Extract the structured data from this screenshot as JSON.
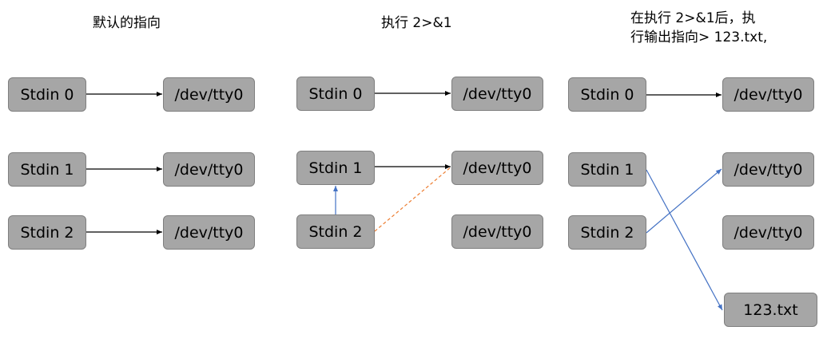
{
  "panels": [
    {
      "title": "默认的指向",
      "boxes": {
        "stdin0": "Stdin 0",
        "stdin1": "Stdin 1",
        "stdin2": "Stdin 2",
        "dev0": "/dev/tty0",
        "dev1": "/dev/tty0",
        "dev2": "/dev/tty0"
      }
    },
    {
      "title": "执行  2>&1",
      "boxes": {
        "stdin0": "Stdin 0",
        "stdin1": "Stdin 1",
        "stdin2": "Stdin 2",
        "dev0": "/dev/tty0",
        "dev1": "/dev/tty0",
        "dev2": "/dev/tty0"
      }
    },
    {
      "title_line1": "在执行 2>&1后，执",
      "title_line2": "行输出指向> 123.txt,",
      "boxes": {
        "stdin0": "Stdin 0",
        "stdin1": "Stdin 1",
        "stdin2": "Stdin 2",
        "dev0": "/dev/tty0",
        "dev1": "/dev/tty0",
        "dev2": "/dev/tty0",
        "file": "123.txt"
      }
    }
  ],
  "colors": {
    "box_fill": "#a6a6a6",
    "box_border": "#7f7f7f",
    "arrow_black": "#000000",
    "arrow_blue": "#4472c4",
    "arrow_orange_dashed": "#ed7d31"
  }
}
